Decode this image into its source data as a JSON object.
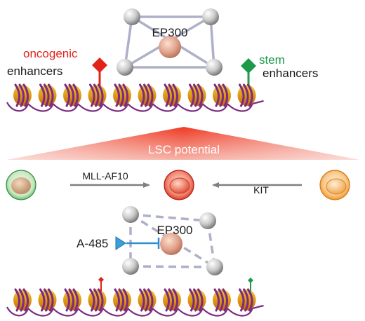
{
  "top_network": {
    "center_label": "EP300"
  },
  "left_marker": {
    "line1": "oncogenic",
    "line2": "enhancers"
  },
  "right_marker": {
    "line1": "stem",
    "line2": "enhancers"
  },
  "gradient": {
    "label": "LSC potential"
  },
  "left_transition": {
    "label": "MLL-AF10"
  },
  "right_transition": {
    "label": "KIT"
  },
  "bottom_network": {
    "center_label": "EP300"
  },
  "inhibitor": {
    "label": "A-485"
  },
  "colors": {
    "oncogenic": "#e2231a",
    "stem": "#1f9a4a",
    "nucleosome": "#e3a21a",
    "dna": "#7b2a80",
    "network_edge": "#aeb0c8",
    "inhibitor": "#2f8fd0"
  }
}
